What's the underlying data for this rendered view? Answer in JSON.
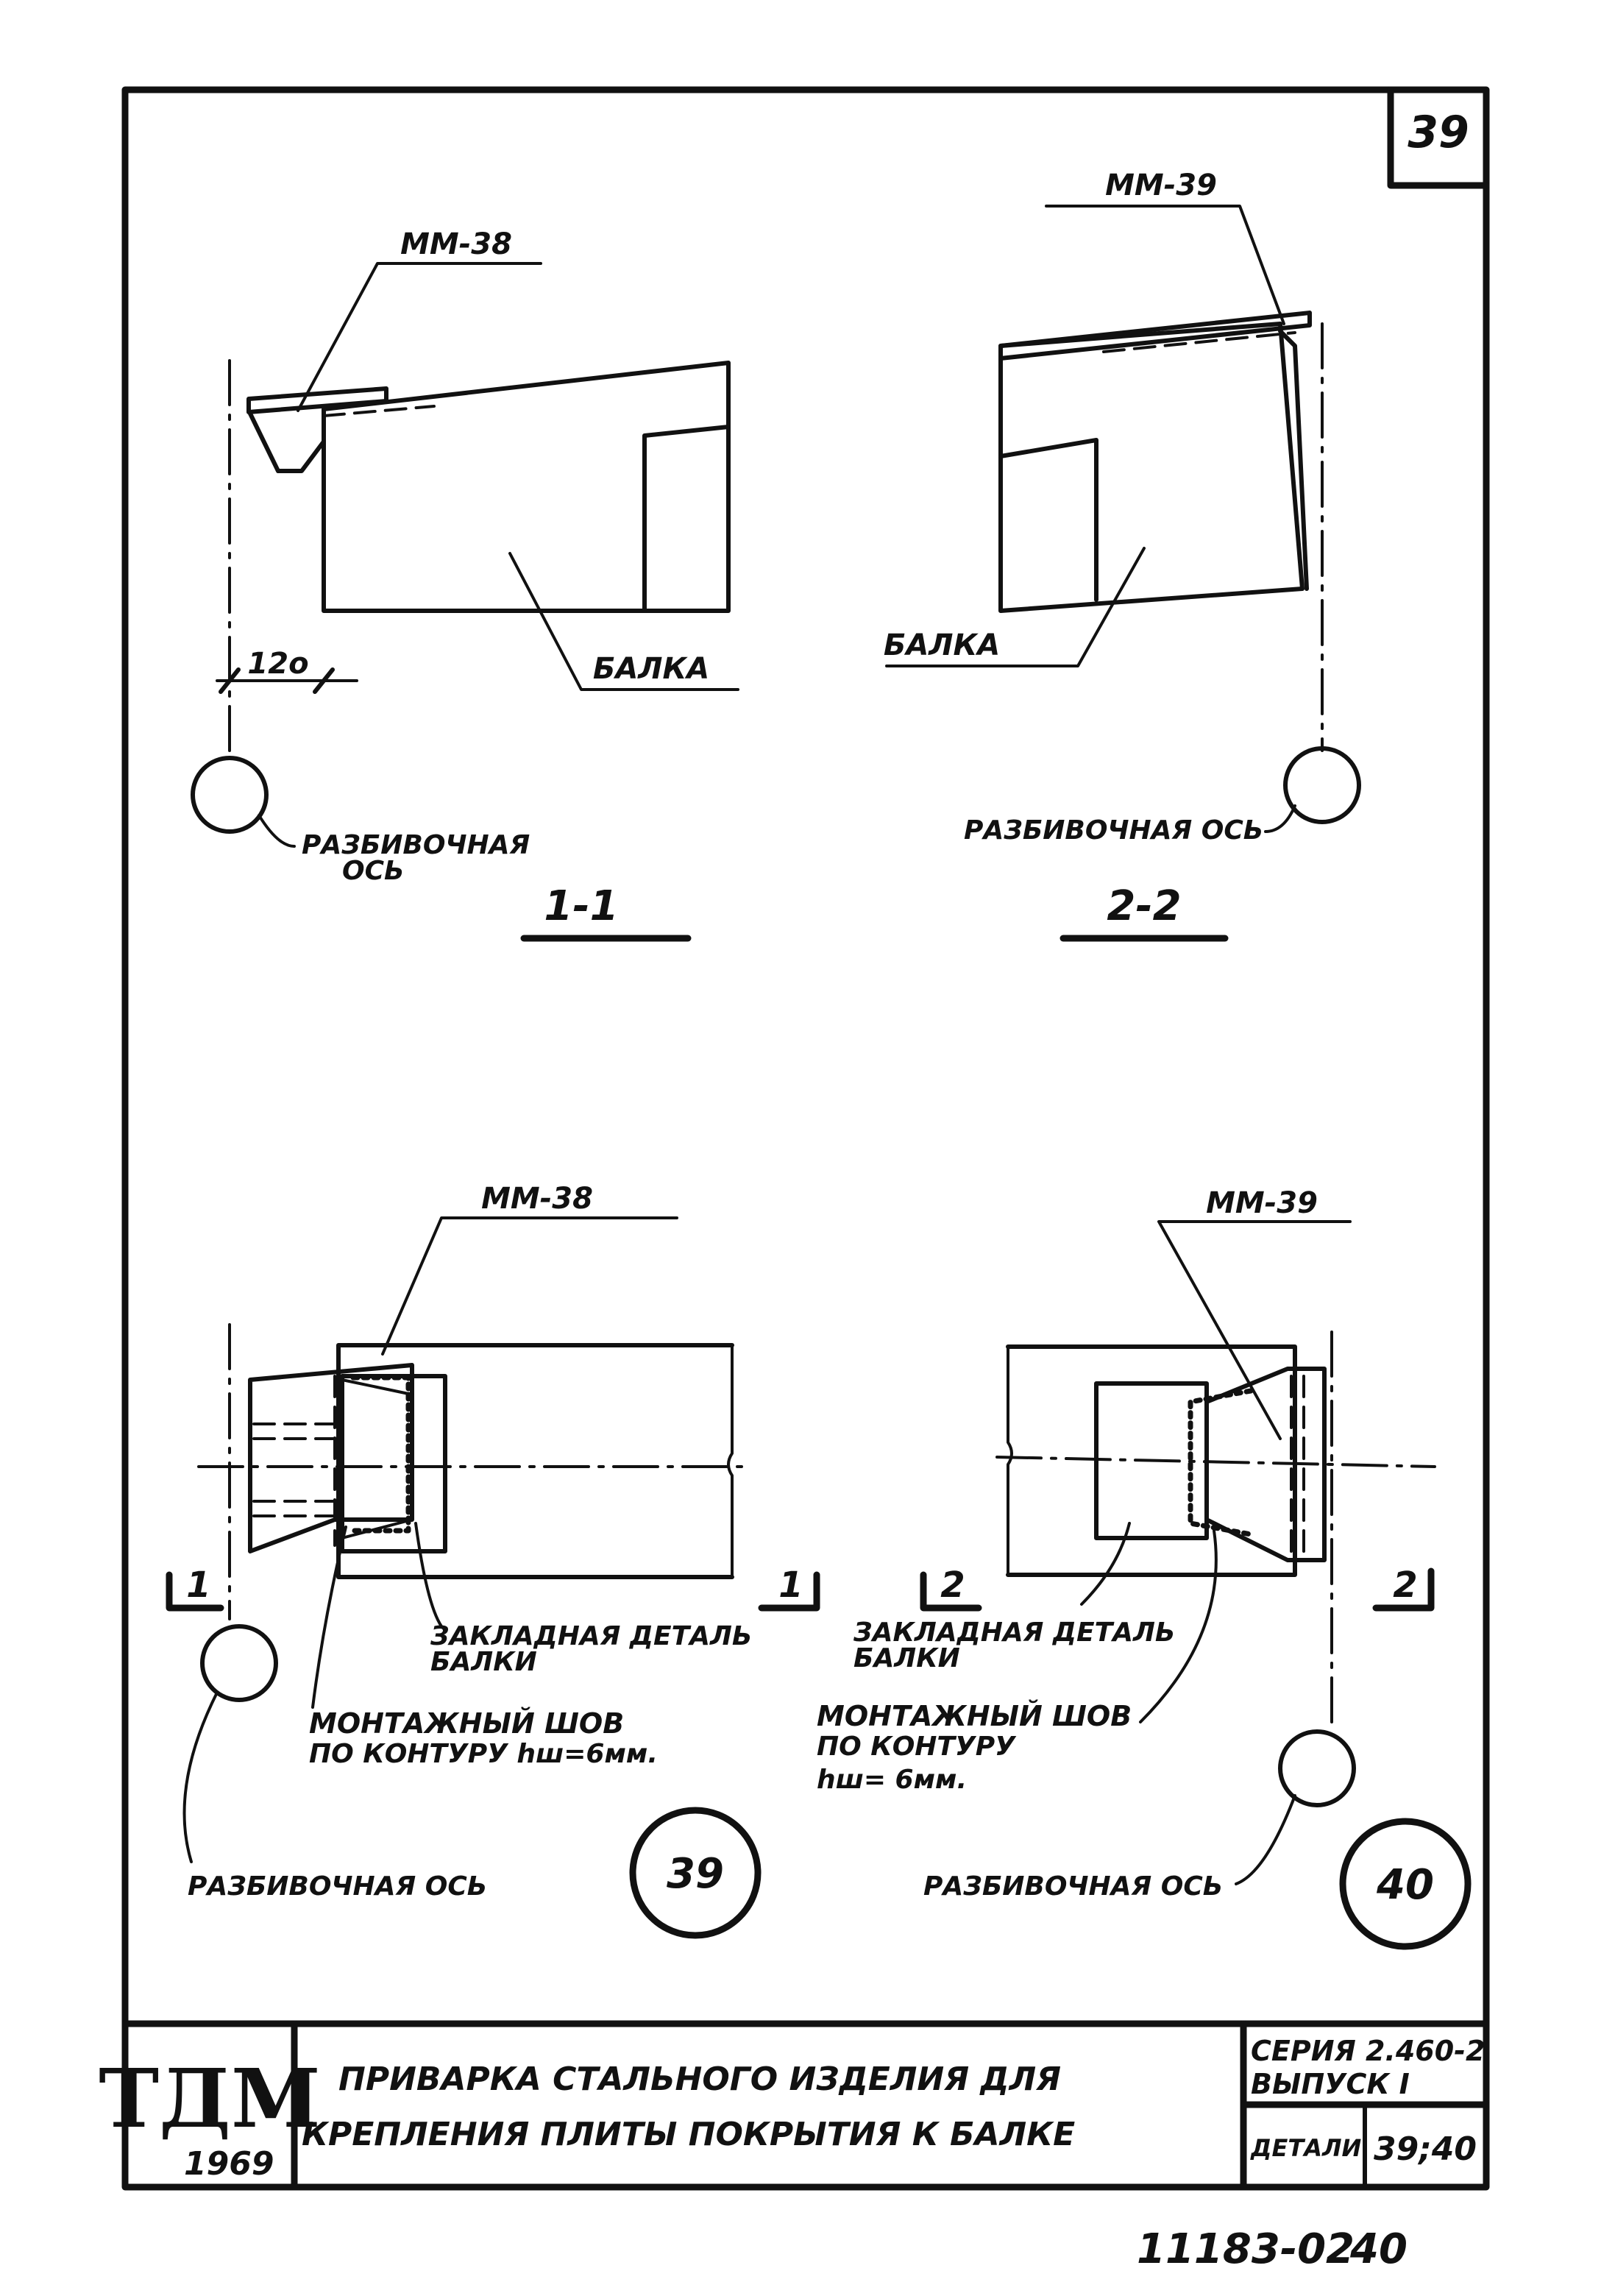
{
  "sheet": {
    "number": "39",
    "footer_code": "11183-02",
    "page_number": "40"
  },
  "section_1_1": {
    "part_label": "ММ-38",
    "beam_label": "БАЛКА",
    "dimension": "12о",
    "axis_label_line1": "РАЗБИВОЧНАЯ",
    "axis_label_line2": "ОСЬ",
    "section_title": "1-1"
  },
  "section_2_2": {
    "part_label": "ММ-39",
    "beam_label": "БАЛКА",
    "axis_label": "РАЗБИВОЧНАЯ ОСЬ",
    "section_title": "2-2"
  },
  "plan_39": {
    "part_label": "ММ-38",
    "cut_label_left": "1",
    "cut_label_right": "1",
    "embed_label_line1": "ЗАКЛАДНАЯ ДЕТАЛЬ",
    "embed_label_line2": "БАЛКИ",
    "weld_label_line1": "МОНТАЖНЫЙ ШОВ",
    "weld_label_line2": "ПО КОНТУРУ hш=6мм.",
    "axis_label": "РАЗБИВОЧНАЯ ОСЬ",
    "detail_number": "39"
  },
  "plan_40": {
    "part_label": "ММ-39",
    "cut_label_left": "2",
    "cut_label_right": "2",
    "embed_label_line1": "ЗАКЛАДНАЯ ДЕТАЛЬ",
    "embed_label_line2": "БАЛКИ",
    "weld_label_line1": "МОНТАЖНЫЙ ШОВ",
    "weld_label_line2": "ПО КОНТУРУ",
    "weld_label_line3": "hш= 6мм.",
    "axis_label": "РАЗБИВОЧНАЯ ОСЬ",
    "detail_number": "40"
  },
  "title_block": {
    "org": "ТДМ",
    "year": "1969",
    "title_line1": "ПРИВАРКА СТАЛЬНОГО ИЗДЕЛИЯ ДЛЯ",
    "title_line2": "КРЕПЛЕНИЯ ПЛИТЫ ПОКРЫТИЯ К БАЛКЕ",
    "series_line1": "СЕРИЯ 2.460-2",
    "series_line2": "ВЫПУСК I",
    "details_label": "ДЕТАЛИ",
    "details_value": "39;40"
  }
}
